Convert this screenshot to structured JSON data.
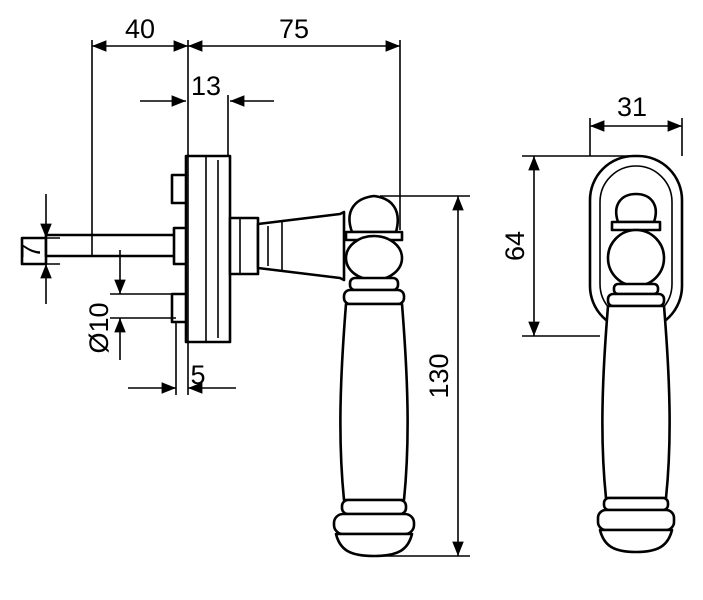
{
  "drawing": {
    "dimensions": {
      "d40": "40",
      "d75": "75",
      "d13": "13",
      "d31": "31",
      "d7": "7",
      "d64": "64",
      "d10": "Ø10",
      "d5": "5",
      "d130": "130"
    }
  }
}
